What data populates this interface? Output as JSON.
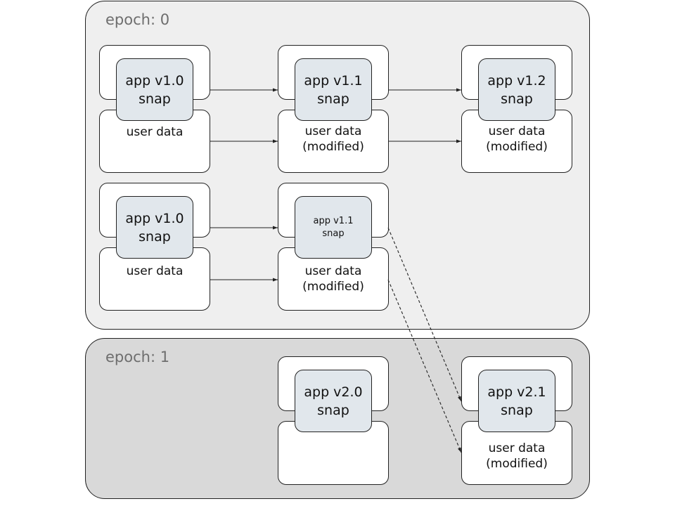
{
  "epochs": [
    {
      "label": "epoch: 0",
      "color": "#efefef"
    },
    {
      "label": "epoch: 1",
      "color": "#d9d9d9"
    }
  ],
  "nodes": [
    {
      "snap": "app v1.0\nsnap",
      "data": "user data"
    },
    {
      "snap": "app v1.1\nsnap",
      "data": "user data\n(modified)"
    },
    {
      "snap": "app v1.2\nsnap",
      "data": "user data\n(modified)"
    },
    {
      "snap": "app v1.0\nsnap",
      "data": "user data"
    },
    {
      "snap": "app v1.1\nsnap",
      "data": "user data\n(modified)"
    },
    {
      "snap": "app v2.0\nsnap",
      "data": ""
    },
    {
      "snap": "app v2.1\nsnap",
      "data": "user data\n(modified)"
    }
  ],
  "colors": {
    "snap_fill": "#e1e7ec",
    "box_fill": "#ffffff",
    "stroke": "#222222",
    "label": "#6e6e6e"
  },
  "edges": [
    {
      "from": "node-0.snap",
      "to": "node-1.snap",
      "style": "solid"
    },
    {
      "from": "node-0.data",
      "to": "node-1.data",
      "style": "solid"
    },
    {
      "from": "node-1.snap",
      "to": "node-2.snap",
      "style": "solid"
    },
    {
      "from": "node-1.data",
      "to": "node-2.data",
      "style": "solid"
    },
    {
      "from": "node-3.snap",
      "to": "node-4.snap",
      "style": "solid"
    },
    {
      "from": "node-3.data",
      "to": "node-4.data",
      "style": "solid"
    },
    {
      "from": "node-4.snap",
      "to": "node-6.snap",
      "style": "dashed"
    },
    {
      "from": "node-4.data",
      "to": "node-6.data",
      "style": "dashed"
    }
  ]
}
